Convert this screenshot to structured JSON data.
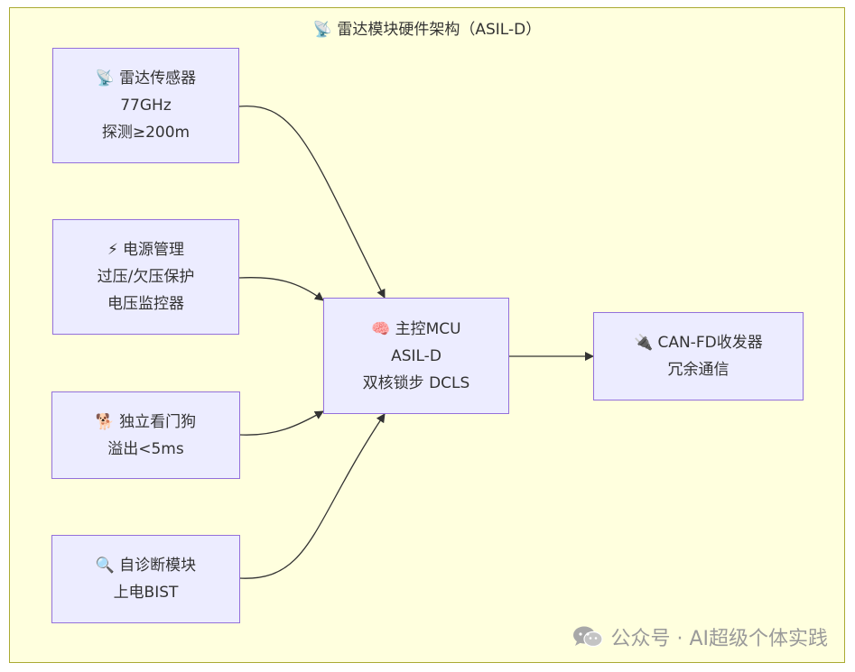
{
  "cluster": {
    "title": "雷达模块硬件架构（ASIL-D）",
    "icon": "satellite-antenna-icon"
  },
  "nodes": {
    "radar": {
      "icon": "satellite-antenna-icon",
      "glyph": "📡",
      "title": "雷达传感器",
      "line2": "77GHz",
      "line3": "探测≥200m"
    },
    "power": {
      "icon": "lightning-icon",
      "glyph": "⚡",
      "title": "电源管理",
      "line2": "过压/欠压保护",
      "line3": "电压监控器"
    },
    "watchdog": {
      "icon": "dog-icon",
      "glyph": "🐕",
      "title": "独立看门狗",
      "line2": "溢出<5ms"
    },
    "diag": {
      "icon": "magnifier-icon",
      "glyph": "🔍",
      "title": "自诊断模块",
      "line2": "上电BIST"
    },
    "mcu": {
      "icon": "brain-icon",
      "glyph": "🧠",
      "title": "主控MCU",
      "line2": "ASIL-D",
      "line3": "双核锁步 DCLS"
    },
    "can": {
      "icon": "plug-icon",
      "glyph": "🔌",
      "title": "CAN-FD收发器",
      "line2": "冗余通信"
    }
  },
  "edges": [
    {
      "from": "radar",
      "to": "mcu"
    },
    {
      "from": "power",
      "to": "mcu"
    },
    {
      "from": "watchdog",
      "to": "mcu"
    },
    {
      "from": "diag",
      "to": "mcu"
    },
    {
      "from": "mcu",
      "to": "can"
    }
  ],
  "watermark": {
    "text": "公众号 · AI超级个体实践",
    "icon": "wechat-icon"
  }
}
